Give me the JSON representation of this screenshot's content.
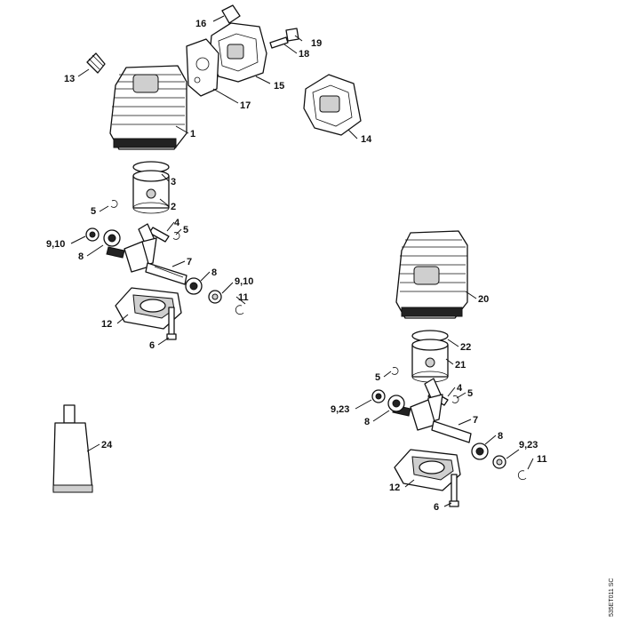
{
  "diagram": {
    "drawing_code": "535ET011 SC",
    "labels": {
      "l1": "1",
      "l2": "2",
      "l3": "3",
      "l4a": "4",
      "l5a": "5",
      "l5b": "5",
      "l6a": "6",
      "l7a": "7",
      "l8a": "8",
      "l8b": "8",
      "l910a": "9,10",
      "l910b": "9,10",
      "l11a": "11",
      "l12a": "12",
      "l13": "13",
      "l14": "14",
      "l15": "15",
      "l16": "16",
      "l17": "17",
      "l18": "18",
      "l19": "19",
      "l20": "20",
      "l21": "21",
      "l22": "22",
      "l4b": "4",
      "l5c": "5",
      "l5d": "5",
      "l6b": "6",
      "l7b": "7",
      "l8c": "8",
      "l8d": "8",
      "l923a": "9,23",
      "l923b": "9,23",
      "l11b": "11",
      "l12b": "12",
      "l24": "24"
    }
  }
}
